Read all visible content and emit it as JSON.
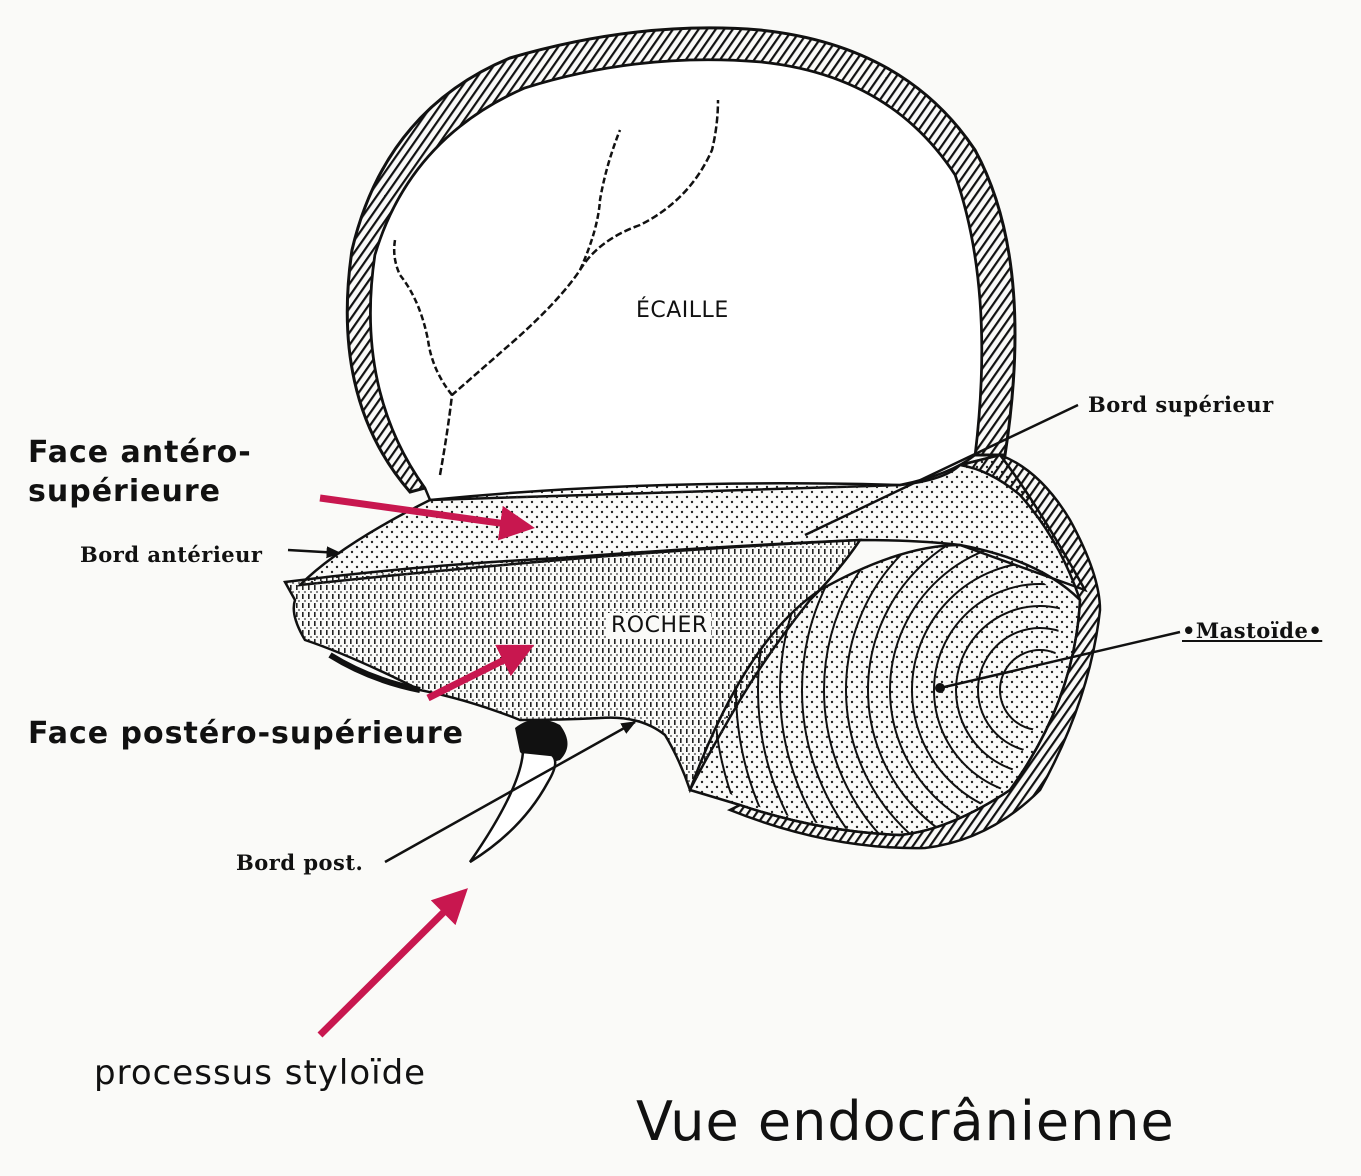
{
  "labels": {
    "ecaille": "ÉCAILLE",
    "rocher": "ROCHER",
    "bord_superieur": "Bord supérieur",
    "bord_anterieur": "Bord antérieur",
    "mastoide": "•Mastoïde•",
    "bord_post": "Bord post.",
    "face_antero_1": "Face antéro-",
    "face_antero_2": "supérieure",
    "face_postero": "Face postéro-supérieure",
    "processus": "processus styloïde",
    "title": "Vue endocrânienne"
  },
  "colors": {
    "arrow": "#c8174f",
    "ink": "#111111",
    "paper": "#fafaf8"
  }
}
